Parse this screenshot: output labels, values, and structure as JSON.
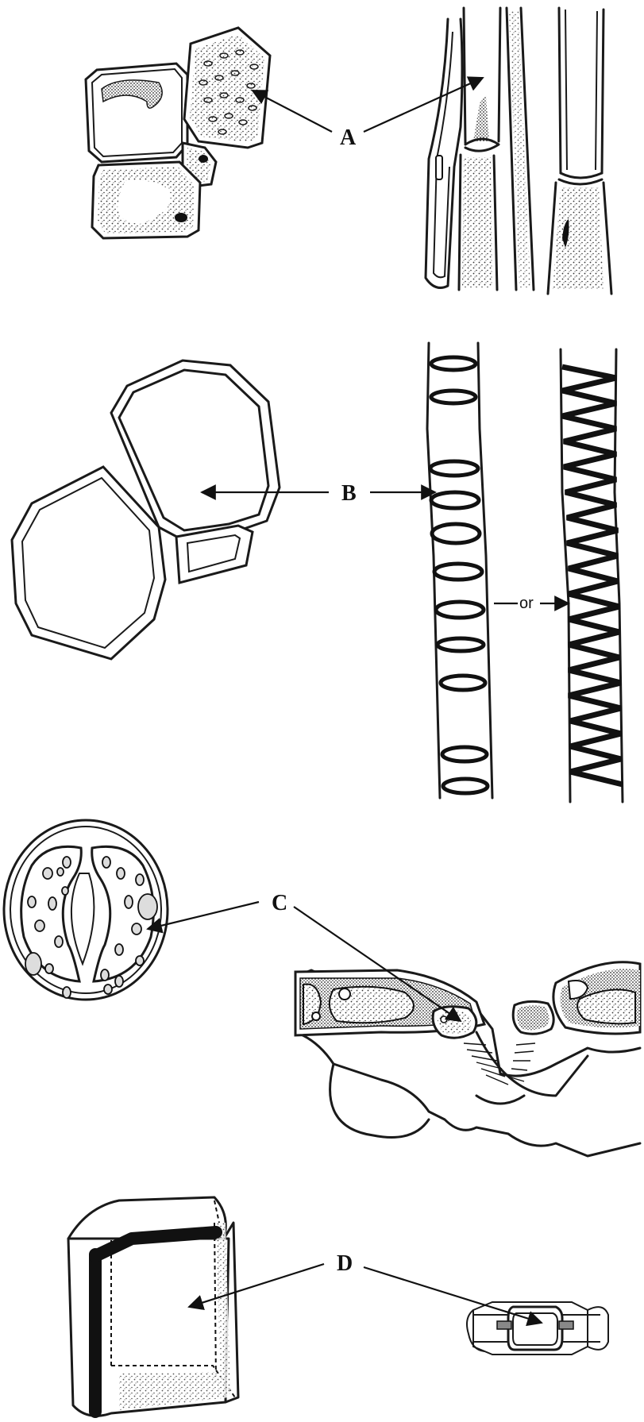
{
  "labels": {
    "a": "A",
    "b": "B",
    "c": "C",
    "d": "D",
    "or": "or"
  },
  "colors": {
    "ink": "#1a1a1a",
    "background": "#ffffff",
    "stipple": "#555555"
  },
  "panels": [
    {
      "id": "A",
      "left_view": "cross-section-cells",
      "right_view": "longitudinal-cells"
    },
    {
      "id": "B",
      "left_view": "cross-section-cells",
      "right_view": "annular-and-spiral-vessels"
    },
    {
      "id": "C",
      "left_view": "guard-cells-face-view",
      "right_view": "guard-cells-section"
    },
    {
      "id": "D",
      "left_view": "cell-with-band-3d",
      "right_view": "cell-with-band-section"
    }
  ]
}
